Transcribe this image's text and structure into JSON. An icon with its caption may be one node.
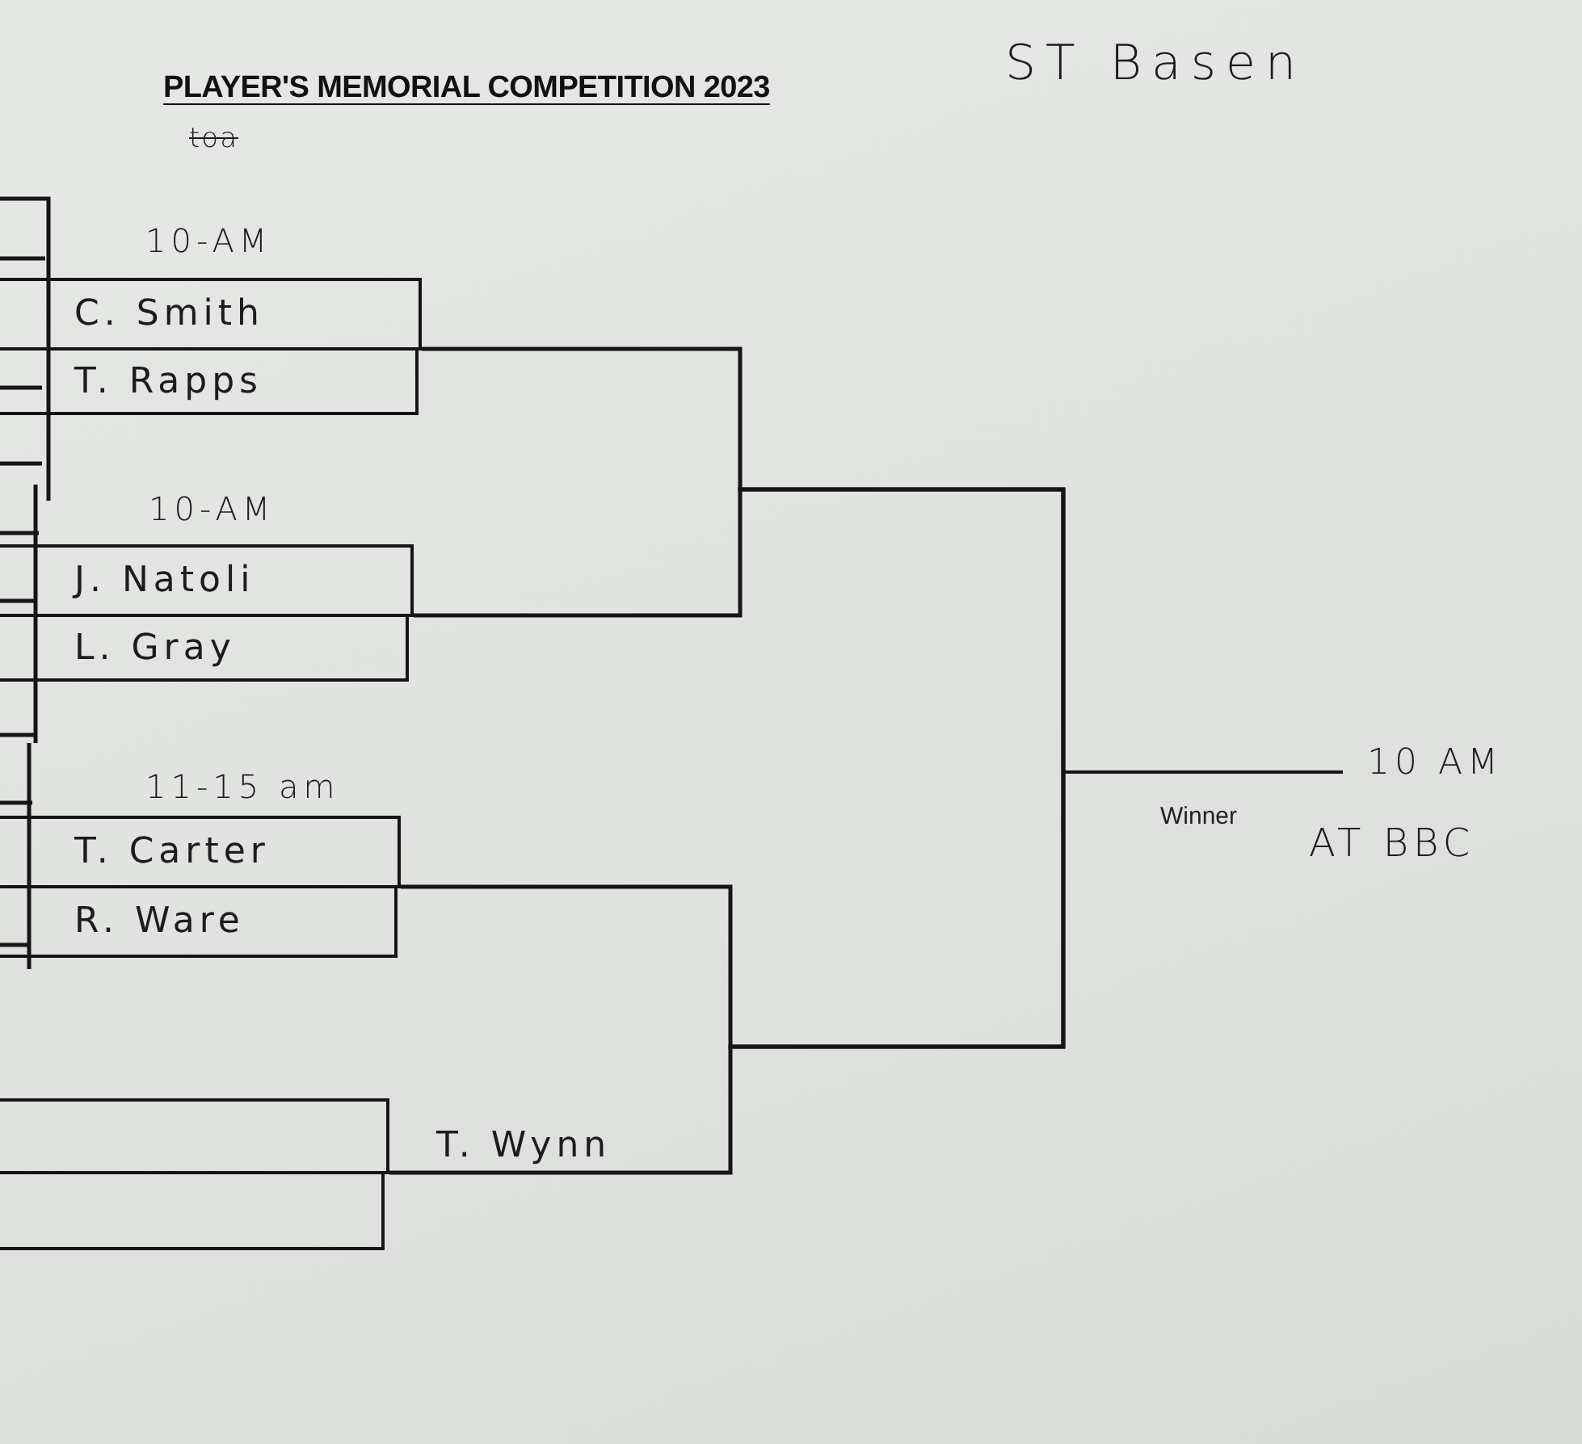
{
  "diagram": {
    "title": "PLAYER'S MEMORIAL COMPETITION 2023",
    "nodes": [
      {
        "text": [
          "C. Smith"
        ],
        "beside": [
          "10-AM"
        ]
      },
      {
        "text": [
          "T. Rapps"
        ]
      },
      {
        "text": [
          "J. Natoli"
        ],
        "beside": [
          "10-AM"
        ]
      },
      {
        "text": [
          "L. Gray"
        ]
      },
      {
        "text": [
          "T. Carter"
        ],
        "beside": [
          "11-15 am"
        ]
      },
      {
        "text": [
          "R. Ware"
        ]
      },
      {
        "text": [],
        "shape": "box"
      },
      {
        "text": [],
        "shape": "box"
      },
      {
        "text": [
          "Winner"
        ],
        "beside": [
          "10 AM",
          "AT BBC"
        ]
      }
    ],
    "edges": [
      {
        "from": 0,
        "to": 8,
        "arrow": "none"
      },
      {
        "from": 2,
        "to": 8,
        "arrow": "none"
      },
      {
        "from": 4,
        "to": 8,
        "arrow": "none"
      },
      {
        "from": 6,
        "to": 8,
        "arrow": "none",
        "label": "T. Wynn"
      }
    ],
    "labels": [
      "ST Basen",
      "toa"
    ]
  }
}
